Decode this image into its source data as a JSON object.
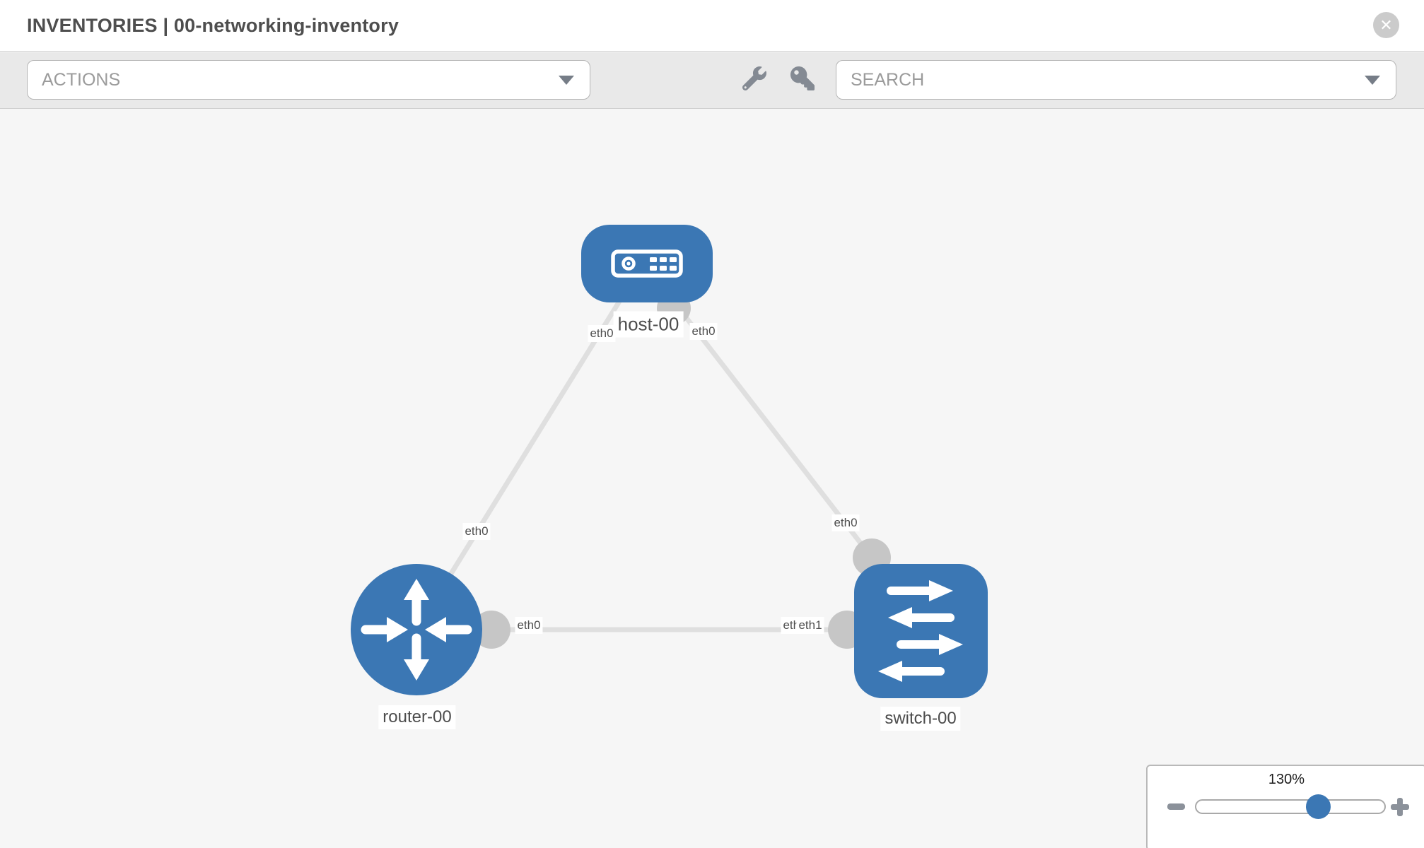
{
  "header": {
    "title": "INVENTORIES | 00-networking-inventory",
    "close_glyph": "✕",
    "close_icon": "close-icon"
  },
  "toolbar": {
    "actions_label": "ACTIONS",
    "search_label": "SEARCH",
    "icons": {
      "wrench": "wrench-icon",
      "key": "key-icon",
      "caret": "chevron-down-icon"
    }
  },
  "topology": {
    "nodes": [
      {
        "label": "host-00",
        "type": "host"
      },
      {
        "label": "router-00",
        "type": "router"
      },
      {
        "label": "switch-00",
        "type": "switch"
      }
    ],
    "links": [
      {
        "from": "host-00",
        "to": "router-00",
        "from_label": "eth0",
        "to_label": "eth0"
      },
      {
        "from": "host-00",
        "to": "switch-00",
        "from_label": "eth0",
        "to_label": "eth0"
      },
      {
        "from": "router-00",
        "to": "switch-00",
        "from_label": "eth0",
        "to_label": "eth1",
        "to_label_behind": "eth0"
      }
    ]
  },
  "zoom_control": {
    "level": "130%",
    "zoom_out_icon": "minus-icon",
    "zoom_in_icon": "plus-icon"
  },
  "colors": {
    "node_blue": "#3b77b4",
    "link_gray": "#dfdfdf",
    "interface_gray": "#c6c6c6",
    "icon_gray": "#848a93",
    "toolbar_gray": "#e9e9e9"
  }
}
